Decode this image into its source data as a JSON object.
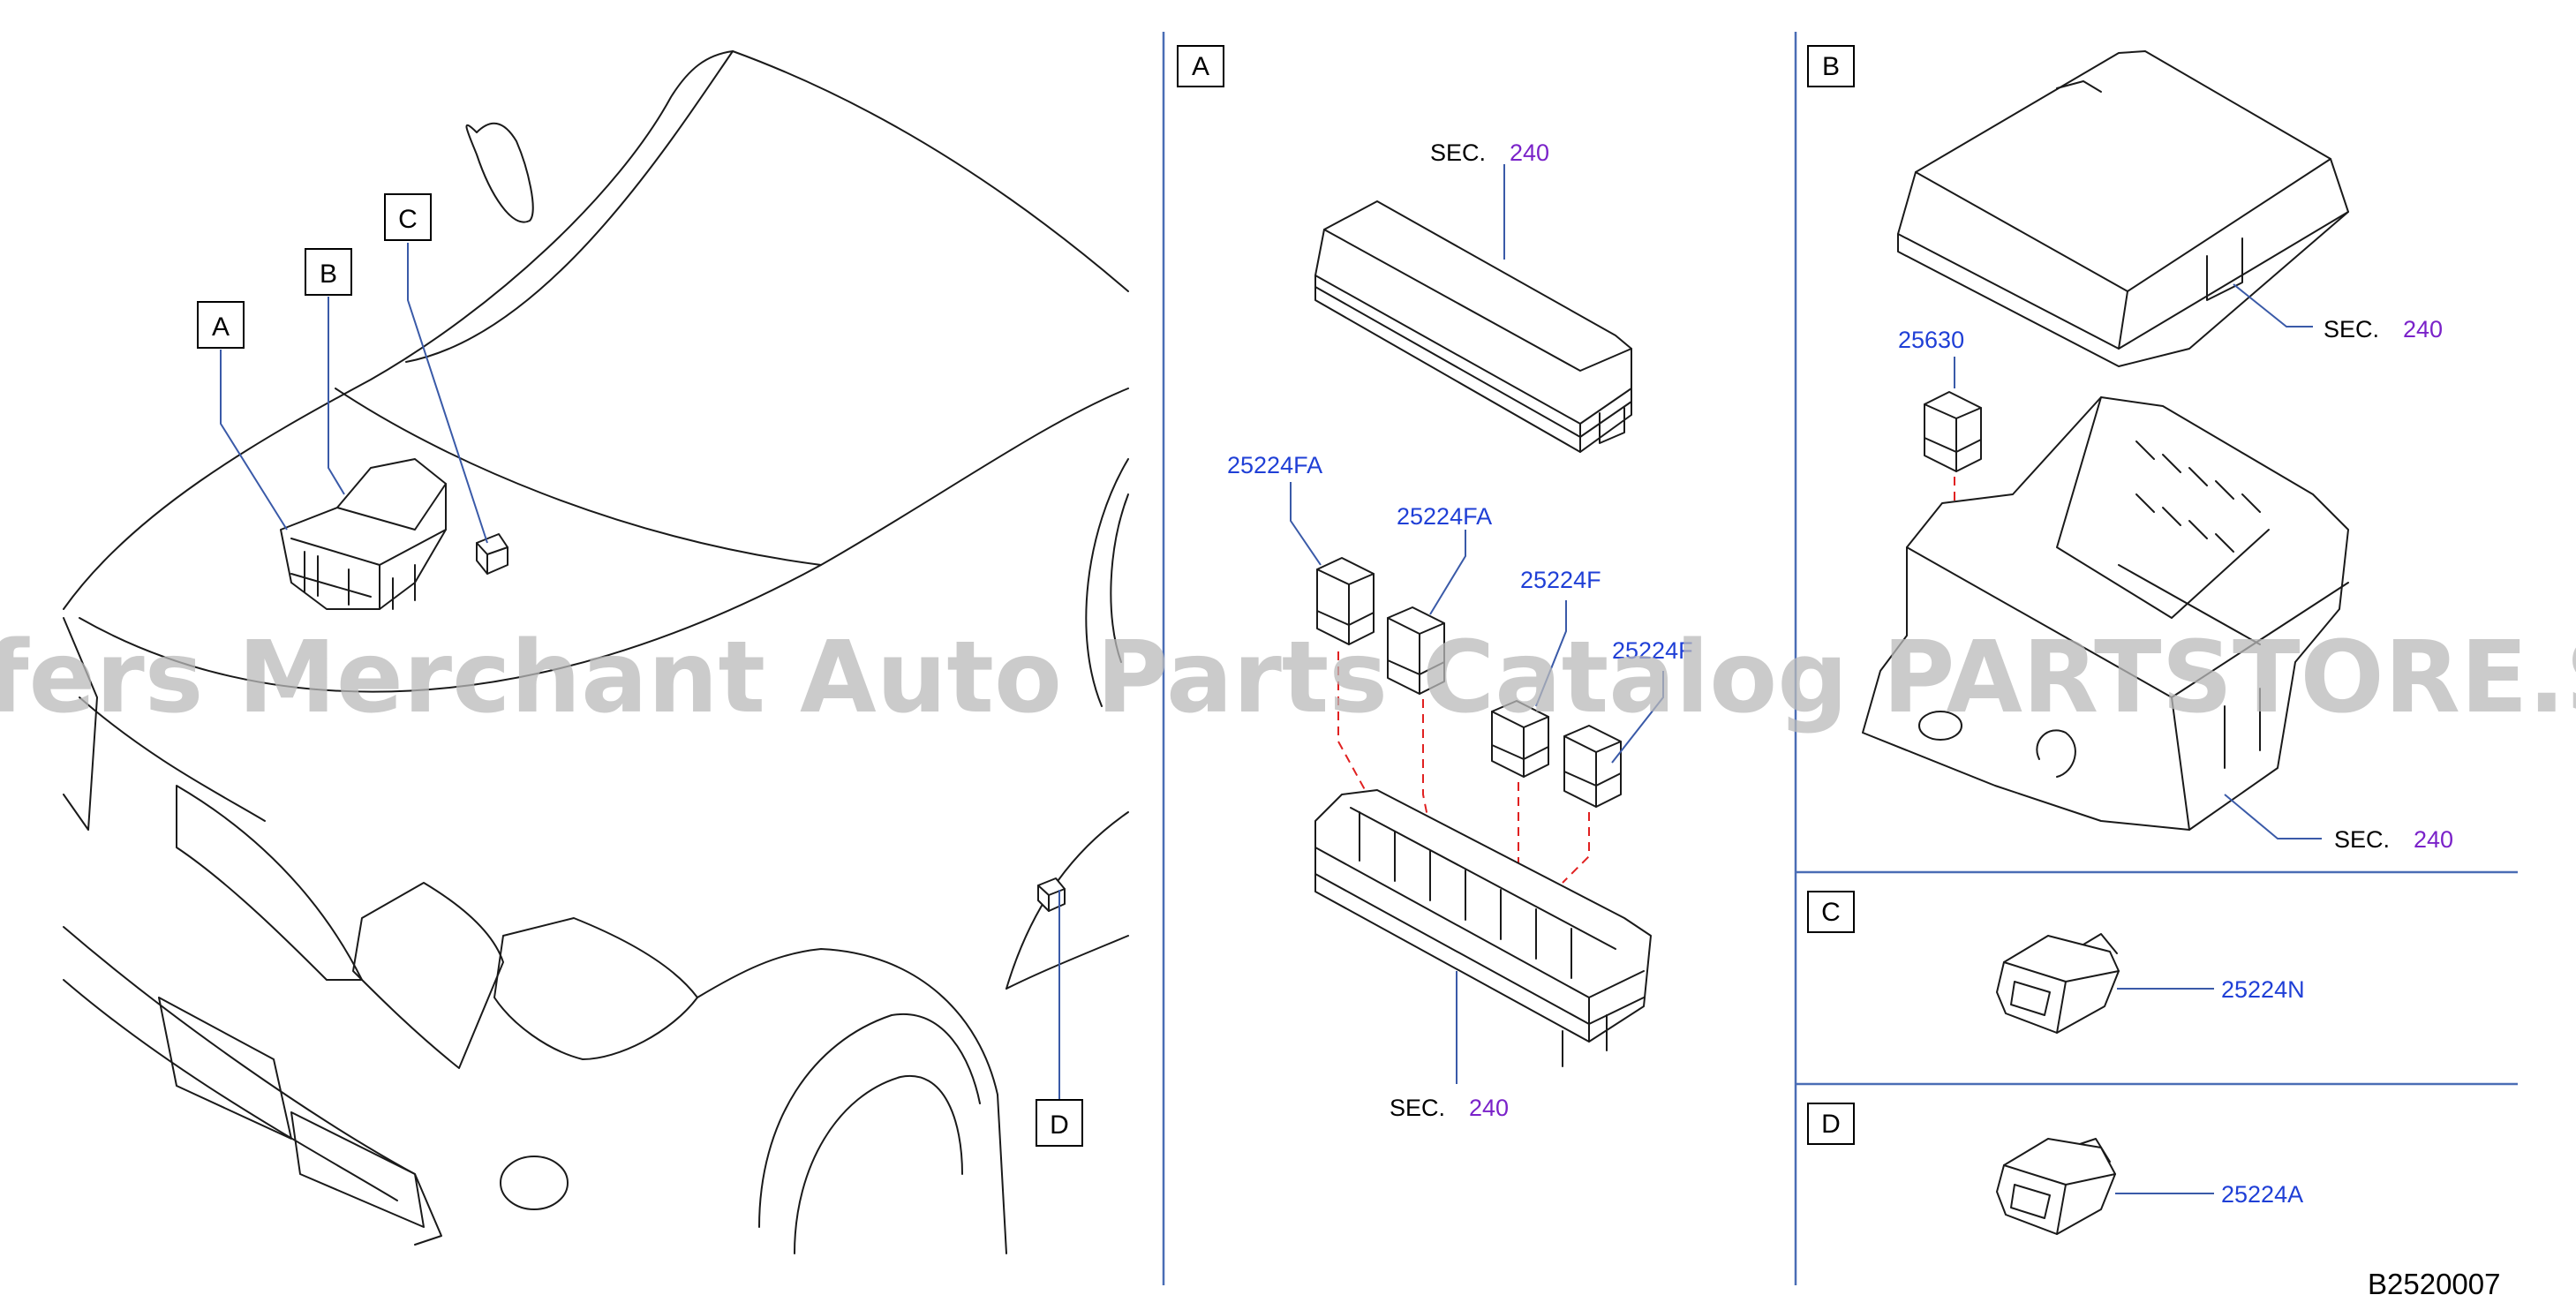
{
  "sections": {
    "A": {
      "label": "A"
    },
    "B": {
      "label": "B"
    },
    "C": {
      "label": "C"
    },
    "D": {
      "label": "D"
    }
  },
  "overview_callouts": [
    "A",
    "B",
    "C",
    "D"
  ],
  "sec_prefix": "SEC.",
  "sec_number": "240",
  "part_numbers": {
    "relay_fa_1": "25224FA",
    "relay_fa_2": "25224FA",
    "relay_f_1": "25224F",
    "relay_f_2": "25224F",
    "relay_b": "25630",
    "relay_c": "25224N",
    "relay_d": "25224A"
  },
  "watermark": "Offers Merchant Auto Parts Catalog PARTSTORE.SA",
  "diagram_code": "B2520007",
  "colors": {
    "part_number": "#1f3fd6",
    "sec_number": "#7a22c9",
    "leader": "#3a5aa8",
    "separator": "#4a6db5",
    "dashed_guide": "#e02020"
  }
}
